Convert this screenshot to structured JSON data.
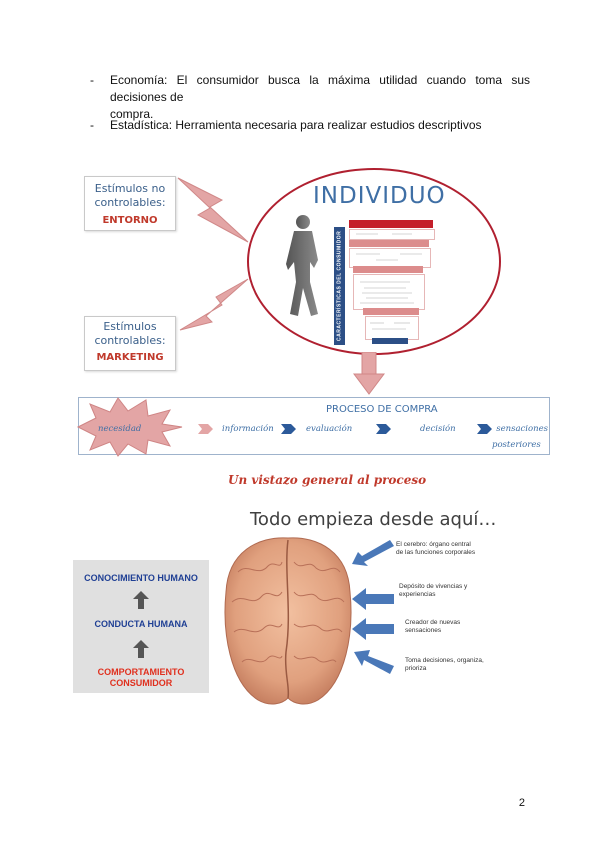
{
  "bullets": [
    {
      "dash": "-",
      "lines": [
        "Economía: El consumidor busca la máxima utilidad cuando toma sus decisiones de",
        "compra."
      ]
    },
    {
      "dash": "-",
      "lines": [
        "Estadística: Herramienta necesaria para realizar estudios descriptivos"
      ]
    }
  ],
  "diagram1": {
    "stim_uncontrolled": {
      "line1": "Estímulos no",
      "line2": "controlables:",
      "label": "ENTORNO"
    },
    "stim_controlled": {
      "line1": "Estímulos",
      "line2": "controlables:",
      "label": "MARKETING"
    },
    "title": "INDIVIDUO",
    "sidebar": "CARACTERÍSTICAS DEL CONSUMIDOR",
    "colors": {
      "accent_red": "#c0392b",
      "blue": "#3f6fa5",
      "navy": "#2c4f86",
      "lightning": "#e3a5a5"
    }
  },
  "process": {
    "title": "PROCESO DE COMPRA",
    "steps": [
      "necesidad",
      "información",
      "evaluación",
      "decisión",
      "sensaciones",
      "posteriores"
    ]
  },
  "section_title": "Un vistazo general al proceso",
  "brain": {
    "title": "Todo empieza desde aquí…",
    "labels": [
      [
        "El cerebro: órgano central",
        "de las funciones corporales"
      ],
      [
        "Depósito de vivencias y",
        "experiencias"
      ],
      [
        "Creador de nuevas",
        "sensaciones"
      ],
      [
        "Toma decisiones, organiza,",
        "prioriza"
      ]
    ]
  },
  "stack": {
    "top": "CONOCIMIENTO HUMANO",
    "middle": "CONDUCTA HUMANA",
    "bottom1": "COMPORTAMIENTO",
    "bottom2": "CONSUMIDOR",
    "colors": {
      "top": "#1f3f94",
      "middle": "#1f3f94",
      "bottom": "#e0301e"
    }
  },
  "page_number": "2"
}
